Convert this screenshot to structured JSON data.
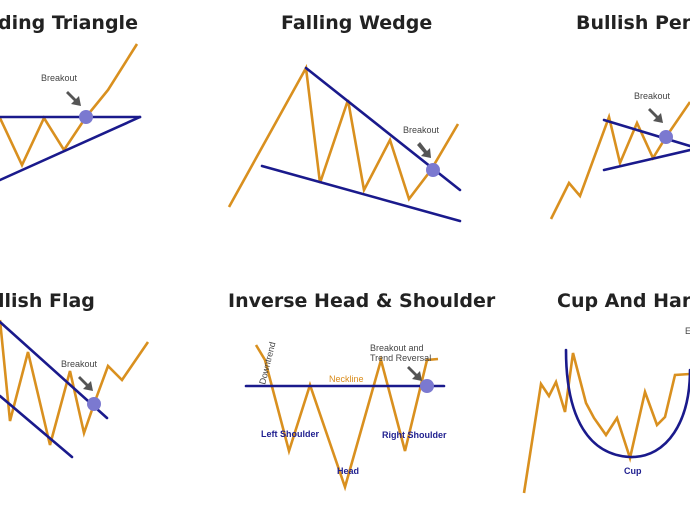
{
  "panels": [
    {
      "id": "ascending-triangle",
      "title": "ding Triangle",
      "labels": {
        "breakout": "Breakout"
      }
    },
    {
      "id": "falling-wedge",
      "title": "Falling Wedge",
      "labels": {
        "breakout": "Breakout"
      }
    },
    {
      "id": "bullish-pennant",
      "title": "Bullish Penn",
      "labels": {
        "breakout": "Breakout"
      }
    },
    {
      "id": "bullish-flag",
      "title": "llish Flag",
      "labels": {
        "breakout": "Breakout"
      }
    },
    {
      "id": "inverse-head-shoulder",
      "title": "Inverse Head & Shoulder",
      "labels": {
        "downtrend": "Downtrend",
        "neckline": "Neckline",
        "breakout_line1": "Breakout and",
        "breakout_line2": "Trend Reversal",
        "left_shoulder": "Left Shoulder",
        "head": "Head",
        "right_shoulder": "Right Shoulder"
      }
    },
    {
      "id": "cup-and-handle",
      "title": "Cup And Hand",
      "labels": {
        "cup": "Cup",
        "partial": "E"
      }
    }
  ],
  "colors": {
    "price": "#d9901f",
    "trendline": "#1a1a8c",
    "breakout_dot": "#7b79d0",
    "arrow": "#555555"
  }
}
